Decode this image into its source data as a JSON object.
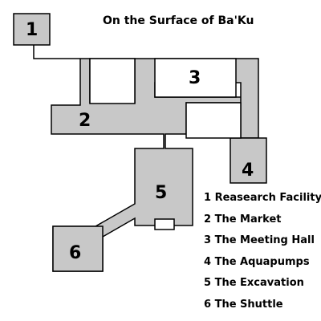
{
  "title": "On the Surface of Ba'Ku",
  "colors": {
    "floor": "#c8c8c8",
    "outline": "#000000",
    "background": "#ffffff"
  },
  "rooms": [
    {
      "number": "1",
      "name": "Reasearch Facility"
    },
    {
      "number": "2",
      "name": "The Market"
    },
    {
      "number": "3",
      "name": "The Meeting Hall"
    },
    {
      "number": "4",
      "name": "The Aquapumps"
    },
    {
      "number": "5",
      "name": "The Excavation"
    },
    {
      "number": "6",
      "name": "The Shuttle"
    }
  ],
  "legend": [
    "1 Reasearch Facility",
    "2 The Market",
    "3 The Meeting Hall",
    "4 The Aquapumps",
    "5 The Excavation",
    "6 The Shuttle"
  ]
}
